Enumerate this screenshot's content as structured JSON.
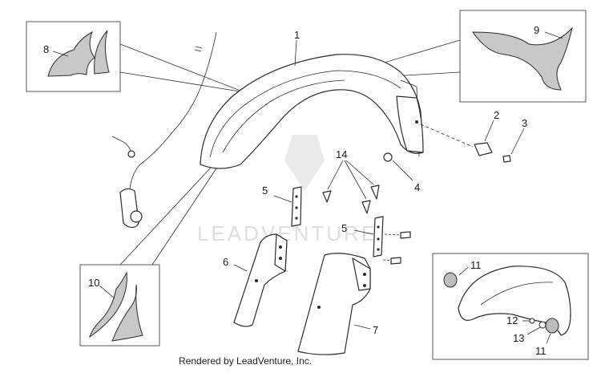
{
  "callouts": {
    "c1": "1",
    "c2": "2",
    "c3": "3",
    "c4": "4",
    "c5a": "5",
    "c5b": "5",
    "c6": "6",
    "c7": "7",
    "c8": "8",
    "c9": "9",
    "c10": "10",
    "c11a": "11",
    "c11b": "11",
    "c12": "12",
    "c13": "13",
    "c14": "14"
  },
  "watermark": "LEADVENTURE",
  "credit": "Rendered by LeadVenture, Inc.",
  "colors": {
    "line": "#2b2b2b",
    "decal_fill": "#c8c8c8",
    "background": "#ffffff"
  }
}
